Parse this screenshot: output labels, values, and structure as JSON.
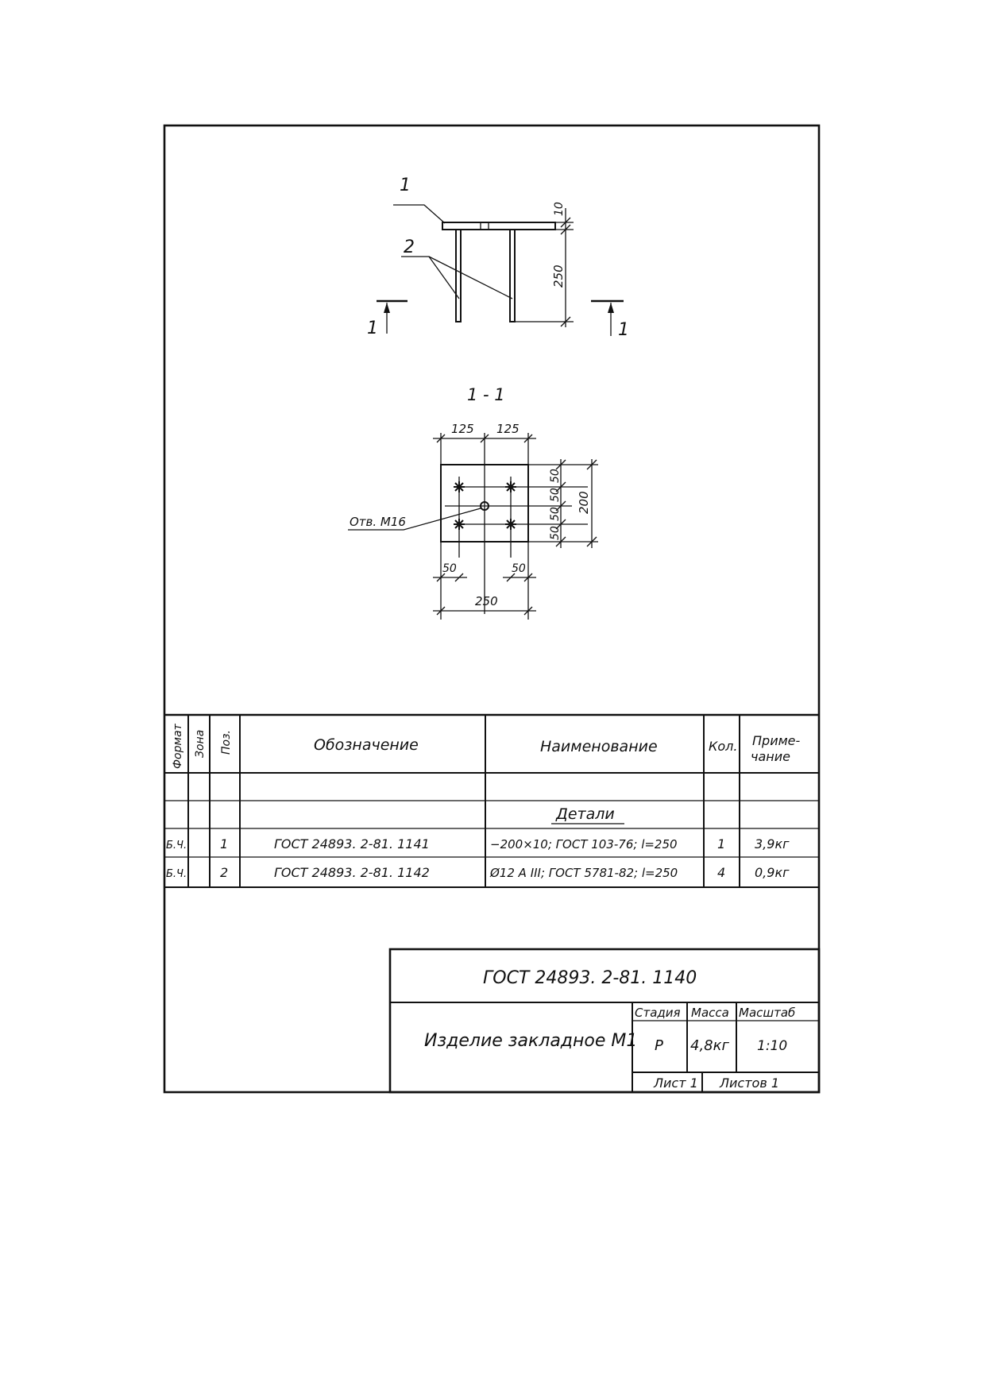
{
  "drawing": {
    "view_top": {
      "pos1_label": "1",
      "pos2_label": "2",
      "dim_plate_thickness": "10",
      "dim_anchor_length": "250",
      "section_mark_left": "1",
      "section_mark_right": "1"
    },
    "section_1_1": {
      "title": "1 - 1",
      "dim_half_left": "125",
      "dim_half_right": "125",
      "dim_right_top": "50",
      "dim_right_mid1": "50",
      "dim_right_mid2": "50",
      "dim_right_bottom": "50",
      "dim_overall_height": "200",
      "dim_bottom_left": "50",
      "dim_bottom_right": "50",
      "dim_overall_width": "250",
      "hole_label": "Отв. М16"
    }
  },
  "spec_table": {
    "headers": {
      "format": "Формат",
      "zone": "Зона",
      "pos": "Поз.",
      "designation": "Обозначение",
      "name": "Наименование",
      "qty": "Кол.",
      "note": "Приме-\nчание"
    },
    "section_title": "Детали",
    "rows": [
      {
        "format": "Б.Ч.",
        "zone": "",
        "pos": "1",
        "designation": "ГОСТ  24893. 2-81. 1141",
        "name": "−200×10;  ГОСТ 103-76;  l=250",
        "qty": "1",
        "note": "3,9кг"
      },
      {
        "format": "Б.Ч.",
        "zone": "",
        "pos": "2",
        "designation": "ГОСТ  24893. 2-81. 1142",
        "name": "Ø12 А III;  ГОСТ 5781-82;  l=250",
        "qty": "4",
        "note": "0,9кг"
      }
    ]
  },
  "title_block": {
    "document_code": "ГОСТ  24893. 2-81. 1140",
    "product_name": "Изделие закладное М1",
    "stage_label": "Стадия",
    "mass_label": "Масса",
    "scale_label": "Масштаб",
    "stage_value": "Р",
    "mass_value": "4,8кг",
    "scale_value": "1:10",
    "sheet_label": "Лист 1",
    "sheets_label": "Листов 1"
  }
}
